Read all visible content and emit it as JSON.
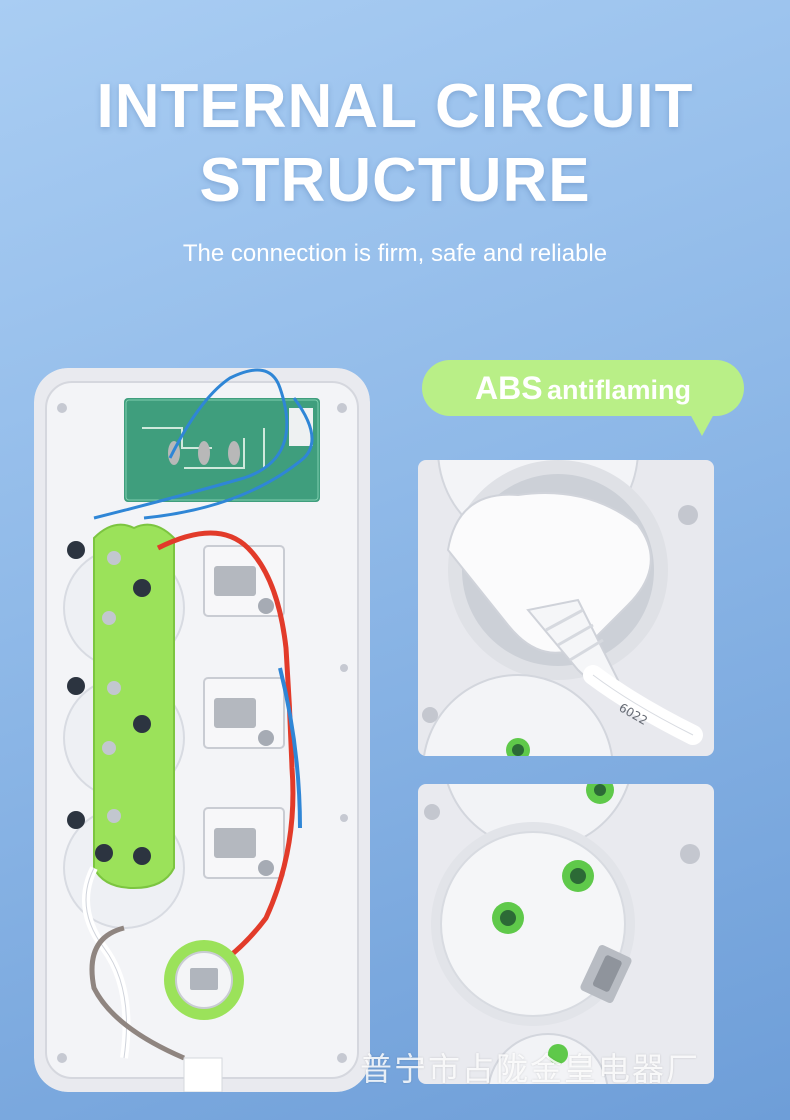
{
  "header": {
    "title_line1": "INTERNAL CIRCUIT",
    "title_line2": "STRUCTURE",
    "subtitle": "The connection is firm, safe and reliable"
  },
  "badge": {
    "word1": "ABS",
    "word2": "antiflaming"
  },
  "photos": {
    "plug_marking": "6022"
  },
  "watermark": "普宁市占陇金皇电器厂",
  "colors": {
    "badge_green": "#b9ef87",
    "socket_green": "#9be25a",
    "wire_red": "#e23b2a",
    "wire_blue": "#2f86d6"
  }
}
